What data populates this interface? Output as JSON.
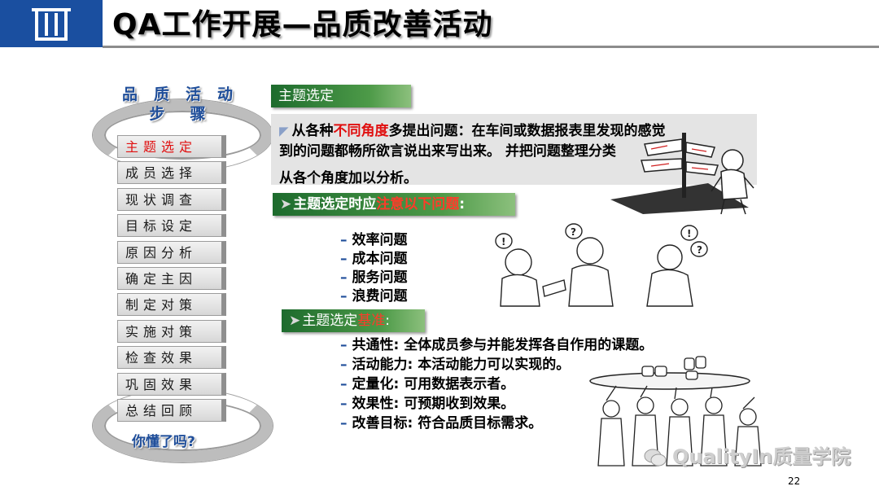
{
  "header": {
    "logo_icon": "building-logo-icon",
    "title": "QA工作开展—品质改善活动"
  },
  "steps_menu": {
    "heading_row1": [
      "品",
      "质",
      "活",
      "动"
    ],
    "heading_row2": [
      "步",
      "骤"
    ],
    "items": [
      {
        "label": "主题选定",
        "active": true
      },
      {
        "label": "成员选择",
        "active": false
      },
      {
        "label": "现状调查",
        "active": false
      },
      {
        "label": "目标设定",
        "active": false
      },
      {
        "label": "原因分析",
        "active": false
      },
      {
        "label": "确定主因",
        "active": false
      },
      {
        "label": "制定对策",
        "active": false
      },
      {
        "label": "实施对策",
        "active": false
      },
      {
        "label": "检查效果",
        "active": false
      },
      {
        "label": "巩固效果",
        "active": false
      },
      {
        "label": "总结回顾",
        "active": false
      }
    ],
    "footer": "你懂了吗?"
  },
  "section": {
    "tag_title": "主题选定",
    "intro": {
      "line1_prefix": "从各种",
      "line1_highlight": "不同角度",
      "line1_suffix": "多提出问题：在车间或数据报表里发现的感觉",
      "line2": "到的问题都畅所欲言说出来写出来。 并把问题整理分类",
      "line3": "从各个角度加以分析。"
    },
    "attention_tag": {
      "prefix": "主题选定时应",
      "highlight": "注意以下问题",
      "suffix": ":"
    },
    "issues": [
      "效率问题",
      "成本问题",
      "服务问题",
      "浪费问题"
    ],
    "criteria_tag": {
      "prefix": "主题选定",
      "highlight": "基准",
      "suffix": ":"
    },
    "criteria": [
      {
        "name": "共通性",
        "desc": "全体成员参与并能发挥各自作用的课题。"
      },
      {
        "name": "活动能力",
        "desc": "本活动能力可以实现的。"
      },
      {
        "name": "定量化",
        "desc": "可用数据表示者。"
      },
      {
        "name": "效果性",
        "desc": "可预期收到效果。"
      },
      {
        "name": "改善目标",
        "desc": "符合品质目标需求。"
      }
    ]
  },
  "watermark": "QualityIn质量学院",
  "page_number": "22",
  "colors": {
    "logo_blue": "#1a4fa0",
    "heading_blue": "#1f4e9a",
    "highlight_red": "#e01010",
    "tag_green": "#3a8a3c"
  }
}
